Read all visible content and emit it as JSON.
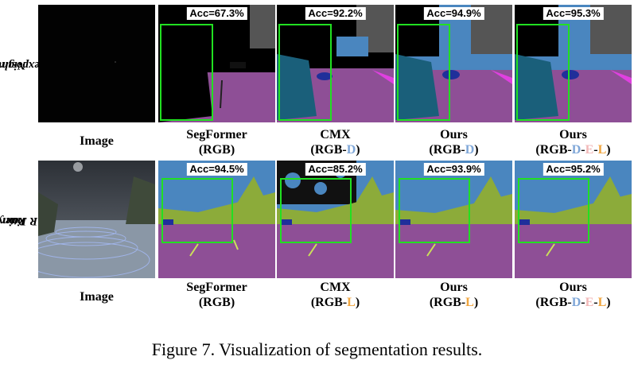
{
  "rows": [
    {
      "label_line1": "Night &",
      "label_line2": "Underexposure",
      "image_caption": "Image",
      "results": [
        {
          "acc": "Acc=67.3%",
          "cap1": "SegFormer",
          "cap2": [
            {
              "t": "(RGB)",
              "c": ""
            }
          ]
        },
        {
          "acc": "Acc=92.2%",
          "cap1": "CMX",
          "cap2": [
            {
              "t": "(RGB-",
              "c": ""
            },
            {
              "t": "D",
              "c": "D"
            },
            {
              "t": ")",
              "c": ""
            }
          ]
        },
        {
          "acc": "Acc=94.9%",
          "cap1": "Ours",
          "cap2": [
            {
              "t": "(RGB-",
              "c": ""
            },
            {
              "t": "D",
              "c": "D"
            },
            {
              "t": ")",
              "c": ""
            }
          ]
        },
        {
          "acc": "Acc=95.3%",
          "cap1": "Ours",
          "cap2": [
            {
              "t": "(RGB-",
              "c": ""
            },
            {
              "t": "D",
              "c": "D"
            },
            {
              "t": "-",
              "c": ""
            },
            {
              "t": "E",
              "c": "E"
            },
            {
              "t": "-",
              "c": ""
            },
            {
              "t": "L",
              "c": "L"
            },
            {
              "t": ")",
              "c": ""
            }
          ]
        }
      ]
    },
    {
      "label_line1": "Rainy &",
      "label_line2": "LiDAR Jitter",
      "image_caption": "Image",
      "results": [
        {
          "acc": "Acc=94.5%",
          "cap1": "SegFormer",
          "cap2": [
            {
              "t": "(RGB)",
              "c": ""
            }
          ]
        },
        {
          "acc": "Acc=85.2%",
          "cap1": "CMX",
          "cap2": [
            {
              "t": "(RGB-",
              "c": ""
            },
            {
              "t": "L",
              "c": "L"
            },
            {
              "t": ")",
              "c": ""
            }
          ]
        },
        {
          "acc": "Acc=93.9%",
          "cap1": "Ours",
          "cap2": [
            {
              "t": "(RGB-",
              "c": ""
            },
            {
              "t": "L",
              "c": "L"
            },
            {
              "t": ")",
              "c": ""
            }
          ]
        },
        {
          "acc": "Acc=95.2%",
          "cap1": "Ours",
          "cap2": [
            {
              "t": "(RGB-",
              "c": ""
            },
            {
              "t": "D",
              "c": "D"
            },
            {
              "t": "-",
              "c": ""
            },
            {
              "t": "E",
              "c": "E"
            },
            {
              "t": "-",
              "c": ""
            },
            {
              "t": "L",
              "c": "L"
            },
            {
              "t": ")",
              "c": ""
            }
          ]
        }
      ]
    }
  ],
  "figure_caption": "Figure 7. Visualization of segmentation results.",
  "colors": {
    "road": "#8e4f96",
    "sky": "#4a86bf",
    "building": "#555555",
    "vegetation": "#8cab3a",
    "car": "#1f2f9a",
    "highlight_box": "#21e021",
    "modality_D": "#7fa7d8",
    "modality_E": "#f2b8b8",
    "modality_L": "#f0a640"
  }
}
